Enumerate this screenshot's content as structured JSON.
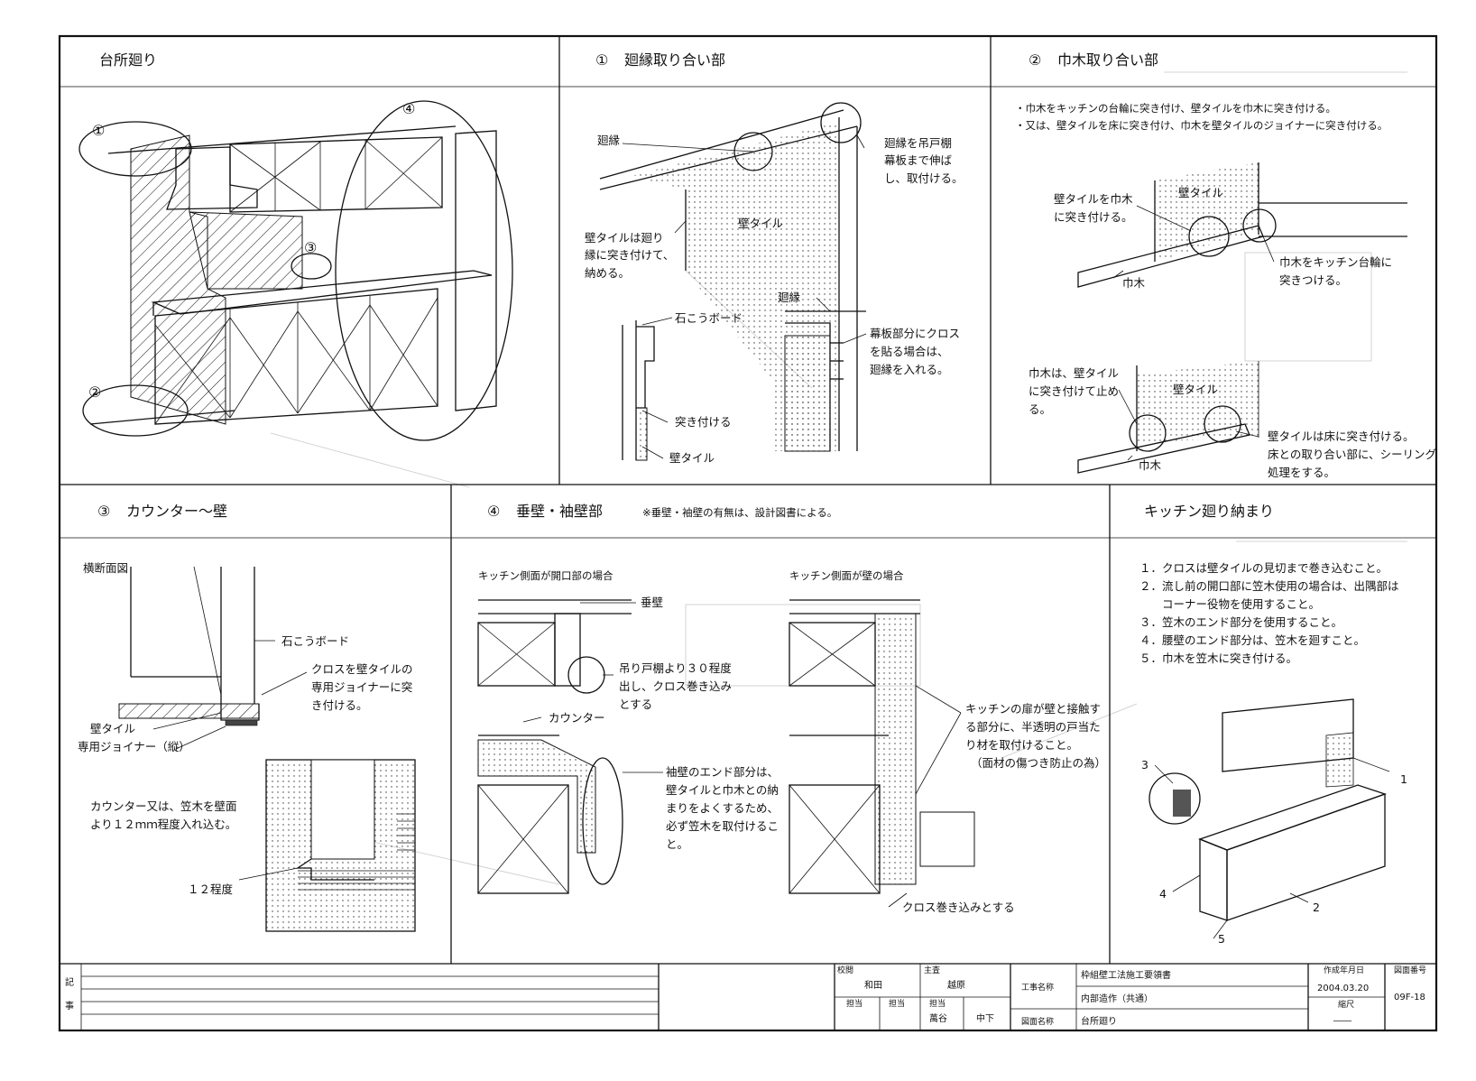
{
  "panels": {
    "kitchen": {
      "title": "台所廻り",
      "callouts": [
        "①",
        "②",
        "③",
        "④"
      ]
    },
    "p1": {
      "num": "①",
      "title": "廻縁取り合い部",
      "labels": {
        "mawaribuchi_a": "廻縁",
        "mawaribuchi_b": "廻縁",
        "wall_tile": "壁タイル",
        "gypsum": "石こうボード",
        "butt": "突き付ける",
        "tile_bottom": "壁タイル"
      },
      "note_top": [
        "廻縁を吊戸棚",
        "幕板まで伸ば",
        "し、取付ける。"
      ],
      "note_left": [
        "壁タイルは廻り",
        "縁に突き付けて、",
        "納める。"
      ],
      "note_cloth": [
        "幕板部分にクロス",
        "を貼る場合は、",
        "廻縁を入れる。"
      ]
    },
    "p2": {
      "num": "②",
      "title": "巾木取り合い部",
      "bullets": [
        "・巾木をキッチンの台輪に突き付け、壁タイルを巾木に突き付ける。",
        "・又は、壁タイルを床に突き付け、巾木を壁タイルのジョイナーに突き付ける。"
      ],
      "labels": {
        "tile_a": "壁タイル",
        "tile_b": "壁タイル",
        "habaki_a": "巾木",
        "habaki_b": "巾木"
      },
      "note_tile_to_habaki": [
        "壁タイルを巾木",
        "に突き付ける。"
      ],
      "note_habaki_to_base": [
        "巾木をキッチン台輪に",
        "突きつける。"
      ],
      "note_habaki_stop": [
        "巾木は、壁タイル",
        "に突き付けて止め",
        "る。"
      ],
      "note_tile_floor": [
        "壁タイルは床に突き付ける。",
        "床との取り合い部に、シーリング",
        "処理をする。"
      ]
    },
    "p3": {
      "num": "③",
      "title": "カウンター～壁",
      "section": "横断面図",
      "gypsum": "石こうボード",
      "cloth_note": [
        "クロスを壁タイルの",
        "専用ジョイナーに突",
        "き付ける。"
      ],
      "tile": "壁タイル",
      "joiner": "専用ジョイナー（縦）",
      "counter_note": [
        "カウンター又は、笠木を壁面",
        "より１２ｍｍ程度入れ込む。"
      ],
      "dim": "１２程度"
    },
    "p4": {
      "num": "④",
      "title": "垂壁・袖壁部",
      "remark": "※垂壁・袖壁の有無は、設計図書による。",
      "left_title": "キッチン側面が開口部の場合",
      "right_title": "キッチン側面が壁の場合",
      "taregabe": "垂壁",
      "hang_note": [
        "吊り戸棚より３０程度",
        "出し、クロス巻き込み",
        "とする"
      ],
      "counter": "カウンター",
      "sode_note": [
        "袖壁のエンド部分は、",
        "壁タイルと巾木との納",
        "まりをよくするため、",
        "必ず笠木を取付けるこ",
        "と。"
      ],
      "door_note": [
        "キッチンの扉が壁と接触す",
        "る部分に、半透明の戸当た",
        "り材を取付けること。",
        "（面材の傷つき防止の為）"
      ],
      "cloth_wrap": "クロス巻き込みとする"
    },
    "p5": {
      "title": "キッチン廻り納まり",
      "notes": [
        "１．クロスは壁タイルの見切まで巻き込むこと。",
        "２．流し前の開口部に笠木使用の場合は、出隅部は",
        "　　コーナー役物を使用すること。",
        "３．笠木のエンド部分を使用すること。",
        "４．腰壁のエンド部分は、笠木を廻すこと。",
        "５．巾木を笠木に突き付ける。"
      ],
      "callouts": [
        "1",
        "2",
        "3",
        "4",
        "5"
      ]
    }
  },
  "title_block": {
    "remarks_label": [
      "記",
      "事"
    ],
    "kanri_label": "校閲",
    "kanri_value": "和田",
    "shusa_label": "主査",
    "shusa_value": "越原",
    "tanto_label_1": "担当",
    "tanto_label_2": "担当",
    "tanto_label_3": "担当",
    "tanto_value_1": "萬谷",
    "tanto_value_2": "中下",
    "project_label": "工事名称",
    "project_value": "枠組壁工法施工要領書",
    "project_sub": "内部造作（共通）",
    "drawing_label": "図面名称",
    "drawing_value": "台所廻り",
    "date_label": "作成年月日",
    "date_value": "2004.03.20",
    "scale_label": "縮尺",
    "scale_value": "――",
    "no_label": "図面番号",
    "no_value": "09F-18"
  }
}
